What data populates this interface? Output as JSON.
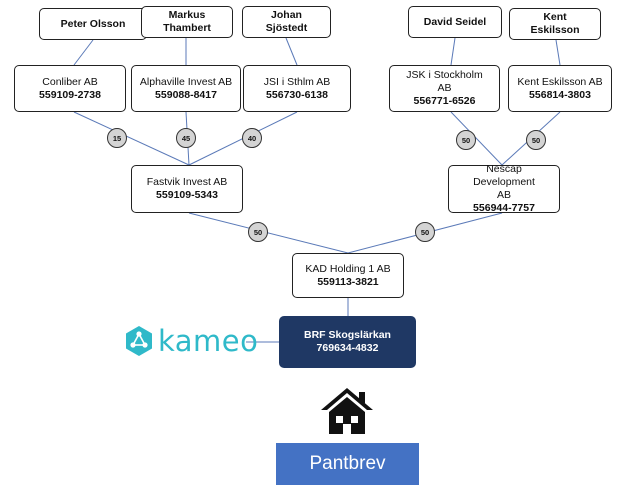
{
  "owners": {
    "peter_olsson": "Peter Olsson",
    "markus_thambert": "Markus Thambert",
    "johan_sjostedt": "Johan Sjöstedt",
    "david_seidel": "David Seidel",
    "kent_eskilsson": "Kent Eskilsson"
  },
  "companies": {
    "conliber": {
      "name": "Conliber AB",
      "orgnr": "559109-2738"
    },
    "alphaville": {
      "name": "Alphaville Invest AB",
      "orgnr": "559088-8417"
    },
    "jsi_sthlm": {
      "name": "JSI i Sthlm AB",
      "orgnr": "556730-6138"
    },
    "jsk_stockholm": {
      "name": "JSK i Stockholm AB",
      "orgnr": "556771-6526"
    },
    "kent_eskilsson_ab": {
      "name": "Kent Eskilsson AB",
      "orgnr": "556814-3803"
    },
    "fastvik": {
      "name": "Fastvik Invest AB",
      "orgnr": "559109-5343"
    },
    "nescap": {
      "name": "Nescap Development AB",
      "orgnr": "556944-7757"
    },
    "kad_holding": {
      "name": "KAD Holding 1 AB",
      "orgnr": "559113-3821"
    },
    "brf": {
      "name": "BRF Skogslärkan",
      "orgnr": "769634-4832"
    }
  },
  "ownership": {
    "conliber_fastvik": "15",
    "alphaville_fastvik": "45",
    "jsi_fastvik": "40",
    "jsk_nescap": "50",
    "kent_nescap": "50",
    "fastvik_kad": "50",
    "nescap_kad": "50"
  },
  "brand": {
    "logo_text": "kameo",
    "color": "#2fb9c9"
  },
  "footer": {
    "pantbrev": "Pantbrev"
  },
  "colors": {
    "dark_box": "#1f3864",
    "pantbrev_bg": "#4472c4",
    "badge_bg": "#d4d4d4"
  }
}
